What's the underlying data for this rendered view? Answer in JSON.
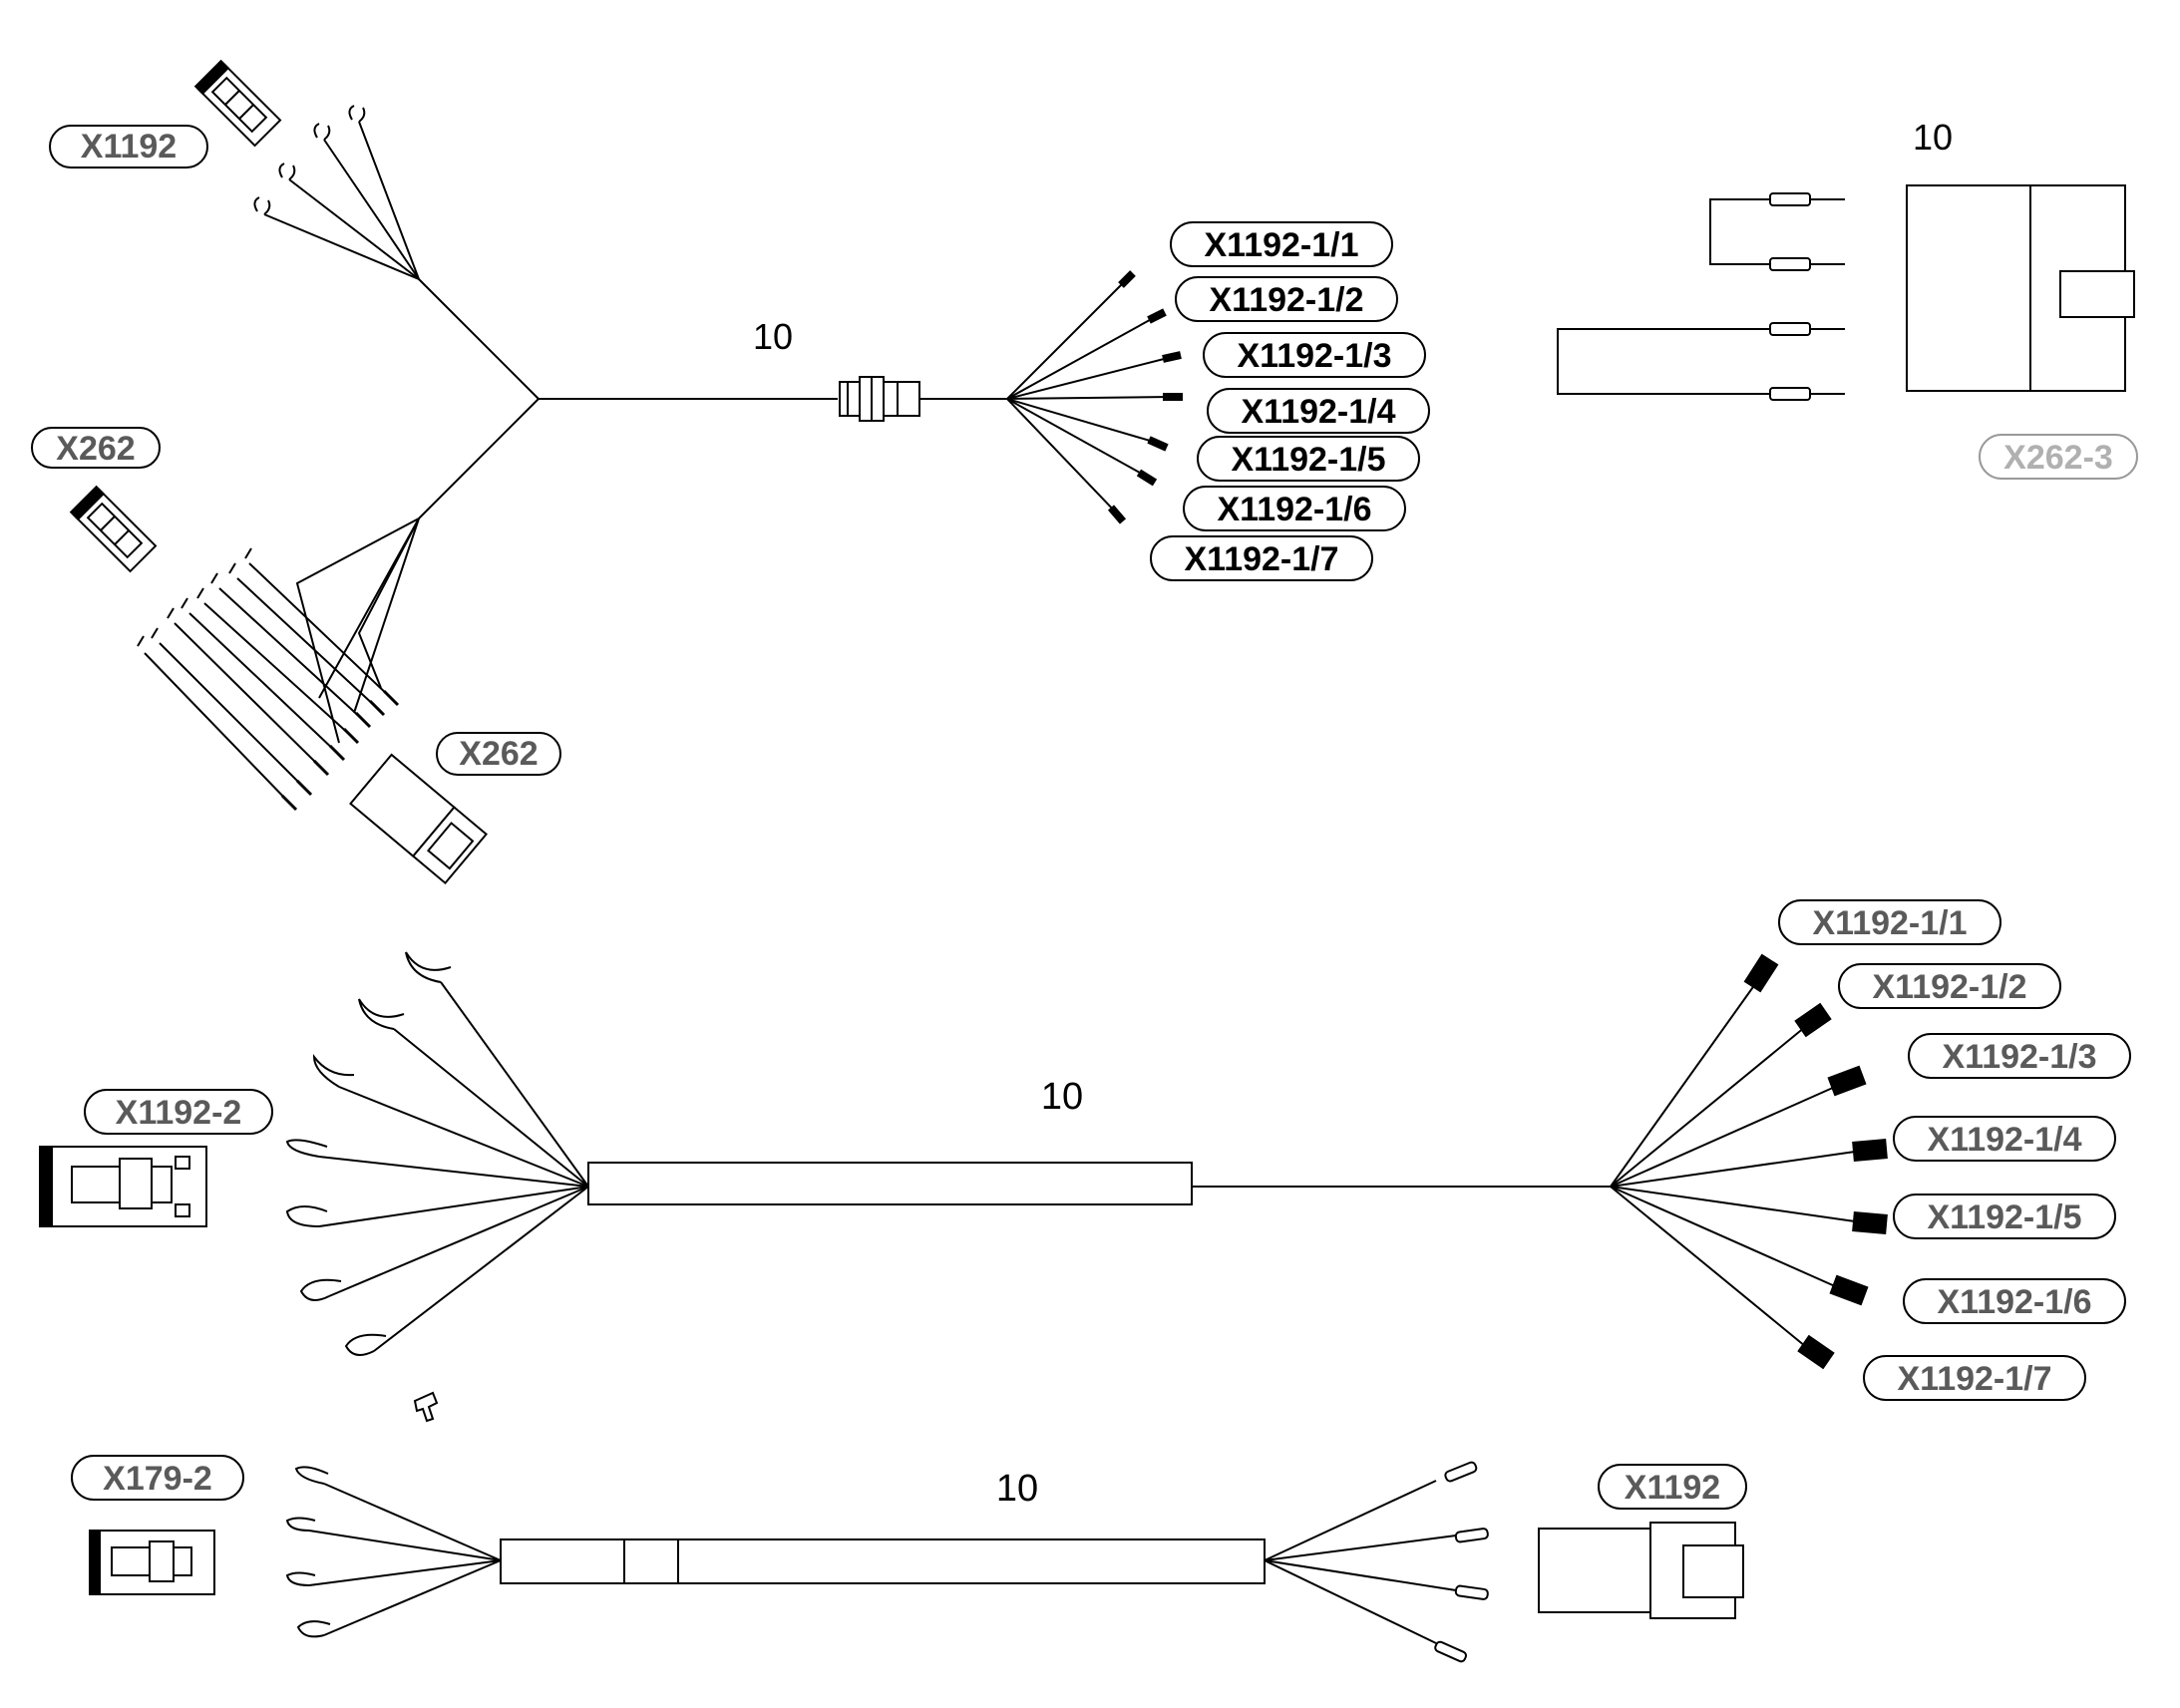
{
  "diagram": {
    "top_harness": {
      "quantity": "10",
      "labels": {
        "x1192": "X1192",
        "x262_top": "X262",
        "x262_bottom": "X262",
        "pins": [
          "X1192-1/1",
          "X1192-1/2",
          "X1192-1/3",
          "X1192-1/4",
          "X1192-1/5",
          "X1192-1/6",
          "X1192-1/7"
        ]
      }
    },
    "kit_top_right": {
      "quantity": "10",
      "label": "X262-3"
    },
    "middle_harness": {
      "quantity": "10",
      "labels": {
        "left": "X1192-2",
        "pins": [
          "X1192-1/1",
          "X1192-1/2",
          "X1192-1/3",
          "X1192-1/4",
          "X1192-1/5",
          "X1192-1/6",
          "X1192-1/7"
        ]
      }
    },
    "bottom_harness": {
      "quantity": "10",
      "labels": {
        "left": "X179-2",
        "right": "X1192"
      }
    },
    "colors": {
      "line": "#000000",
      "label_gray_text": "#5a5a5a",
      "label_light_text": "#b0b0b0"
    }
  }
}
